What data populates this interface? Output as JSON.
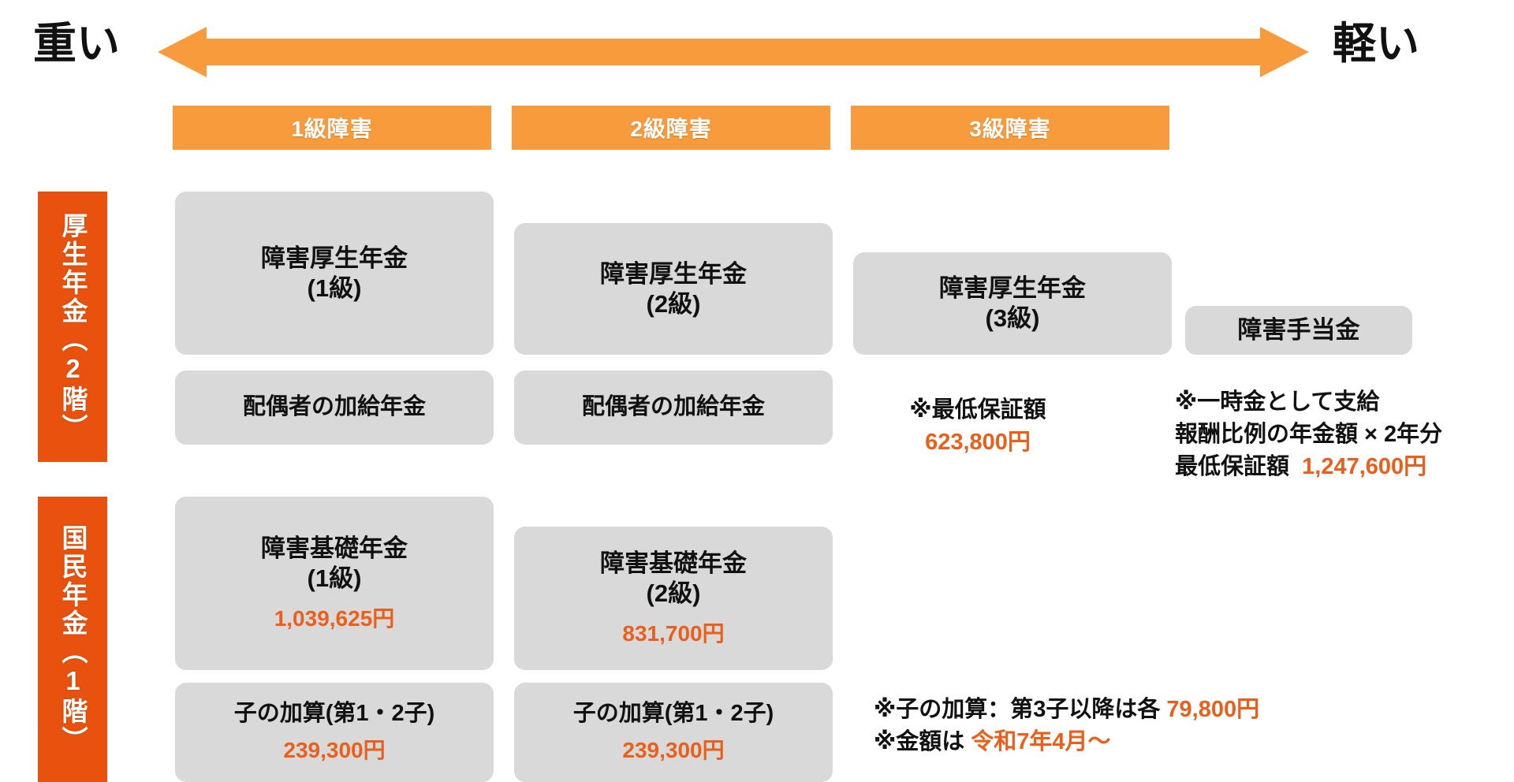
{
  "scale": {
    "left_label": "重い",
    "right_label": "軽い",
    "arrow_icon": "double-headed-arrow-icon",
    "color": "#F89B3C"
  },
  "grade_headers": [
    {
      "label": "1級障害"
    },
    {
      "label": "2級障害"
    },
    {
      "label": "3級障害"
    }
  ],
  "tiers": [
    {
      "label": "厚生年金（2階）"
    },
    {
      "label": "国民年金（1階）"
    }
  ],
  "employees_pension_row": {
    "grade1": {
      "title": "障害厚生年金",
      "sub": "(1級)",
      "addon": "配偶者の加給年金"
    },
    "grade2": {
      "title": "障害厚生年金",
      "sub": "(2級)",
      "addon": "配偶者の加給年金"
    },
    "grade3": {
      "title": "障害厚生年金",
      "sub": "(3級)",
      "note_label": "※最低保証額",
      "note_amount": "623,800円"
    },
    "allowance": {
      "title": "障害手当金",
      "note_line1": "※一時金として支給",
      "note_line2": "報酬比例の年金額 × 2年分",
      "note_line3_label": "最低保証額",
      "note_line3_amount": "1,247,600円"
    }
  },
  "national_pension_row": {
    "grade1": {
      "title": "障害基礎年金",
      "sub": "(1級)",
      "amount": "1,039,625円",
      "child_title": "子の加算(第1・2子)",
      "child_amount": "239,300円"
    },
    "grade2": {
      "title": "障害基礎年金",
      "sub": "(2級)",
      "amount": "831,700円",
      "child_title": "子の加算(第1・2子)",
      "child_amount": "239,300円"
    },
    "footnotes": {
      "line1_label": "※子の加算：第3子以降は各 ",
      "line1_amount": "79,800円",
      "line2_label": "※金額は ",
      "line2_amount": "令和7年4月〜"
    }
  },
  "colors": {
    "header_orange": "#F89B3C",
    "tier_orange": "#E8520E",
    "amount_orange": "#E8601C",
    "card_grey": "#D9D9D9",
    "text_black": "#111111"
  }
}
